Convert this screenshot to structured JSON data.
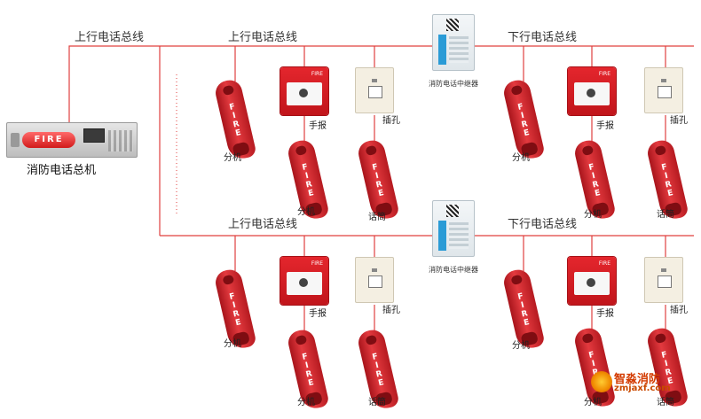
{
  "host": {
    "label": "消防电话总机",
    "fire_text": "FIRE"
  },
  "bus": {
    "left_label": "上行电话总线",
    "r1_up": "上行电话总线",
    "r1_down": "下行电话总线",
    "r2_up": "上行电话总线",
    "r2_down": "下行电话总线"
  },
  "relay": {
    "label_1": "消防电话中继器",
    "label_2": "消防电话中继器"
  },
  "devices": {
    "extension": "分机",
    "callpoint": "手报",
    "jack": "插孔",
    "handset": "话筒",
    "fire_text": "FIRE"
  },
  "watermark": {
    "title": "智淼消防",
    "url": "zmjaxf.com"
  },
  "colors": {
    "wire": "#e0403f",
    "device_red": "#d91f26"
  }
}
